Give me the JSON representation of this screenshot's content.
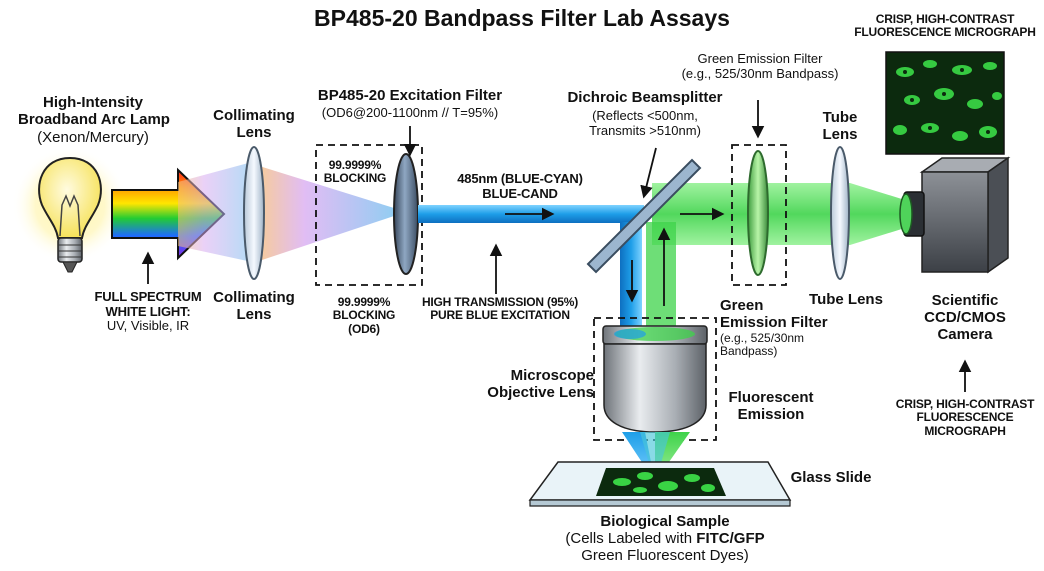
{
  "title": "BP485-20 Bandpass Filter Lab Assays",
  "lamp": {
    "title_l1": "High-Intensity",
    "title_l2": "Broadband Arc Lamp",
    "subtitle": "(Xenon/Mercury)",
    "spectrum_l1": "FULL SPECTRUM",
    "spectrum_l2": "WHITE LIGHT:",
    "spectrum_l3": "UV, Visible, IR"
  },
  "collimating_lens": {
    "top_l1": "Collimating",
    "top_l2": "Lens",
    "bottom_l1": "Collimating",
    "bottom_l2": "Lens"
  },
  "excitation_filter": {
    "title": "BP485-20 Excitation Filter",
    "spec": "(OD6@200-1100nm // T=95%)",
    "inner_block_l1": "99.9999%",
    "inner_block_l2": "BLOCKING",
    "outer_block_l1": "99.9999%",
    "outer_block_l2": "BLOCKING",
    "outer_block_l3": "(OD6)"
  },
  "beam": {
    "wavelength_l1": "485nm (BLUE-CYAN)",
    "wavelength_l2": "BLUE-CAND",
    "transmission_l1": "HIGH TRANSMISSION (95%)",
    "transmission_l2": "PURE BLUE EXCITATION"
  },
  "dichroic": {
    "title": "Dichroic Beamsplitter",
    "spec_l1": "(Reflects <500nm,",
    "spec_l2": "Transmits >510nm)"
  },
  "emission_filter": {
    "top_l1": "Green Emission Filter",
    "top_l2": "(e.g., 525/30nm Bandpass)",
    "bottom_l1": "Green",
    "bottom_l2": "Emission Filter",
    "bottom_l3": "(e.g., 525/30nm",
    "bottom_l4": "Bandpass)"
  },
  "tube_lens": {
    "top_l1": "Tube",
    "top_l2": "Lens",
    "bottom": "Tube Lens"
  },
  "camera": {
    "l1": "Scientific",
    "l2": "CCD/CMOS",
    "l3": "Camera",
    "micrograph_top_l1": "CRISP, HIGH-CONTRAST",
    "micrograph_top_l2": "FLUORESCENCE MICROGRAPH",
    "micrograph_bottom_l1": "CRISP, HIGH-CONTRAST",
    "micrograph_bottom_l2": "FLUORESCENCE",
    "micrograph_bottom_l3": "MICROGRAPH"
  },
  "objective": {
    "l1": "Microscope",
    "l2": "Objective Lens"
  },
  "emission": {
    "l1": "Fluorescent",
    "l2": "Emission"
  },
  "slide": {
    "label": "Glass Slide"
  },
  "sample": {
    "title": "Biological Sample",
    "l2_prefix": "(Cells Labeled with ",
    "l2_bold": "FITC/GFP",
    "l3": "Green Fluorescent Dyes)"
  },
  "colors": {
    "blue_beam": "#1e9ee8",
    "green_beam": "#3ed34a",
    "filter_blue": "#5b7fa8",
    "lamp_yellow": "#fff5a0",
    "dark_green": "#0c2a0e"
  }
}
